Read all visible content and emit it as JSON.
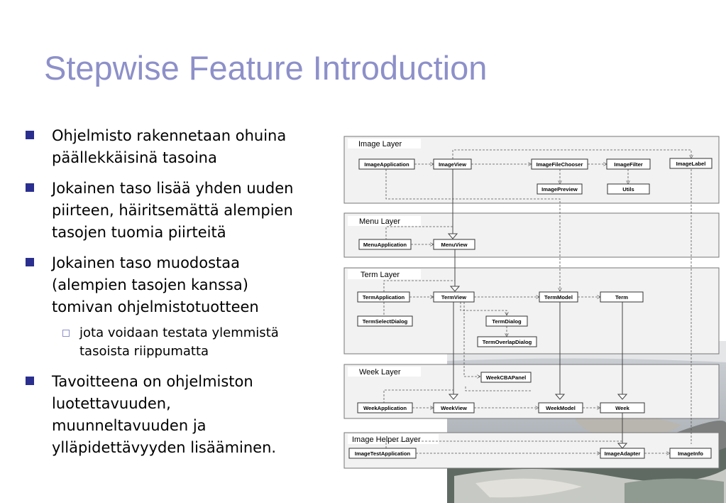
{
  "slide": {
    "title": "Stepwise Feature Introduction"
  },
  "bullets": [
    {
      "text": "Ohjelmisto rakennetaan ohuina\npäällekkäisinä tasoina",
      "sub": []
    },
    {
      "text": "Jokainen taso lisää yhden uuden\npiirteen, häiritsemättä alempien\ntasojen tuomia piirteitä",
      "sub": []
    },
    {
      "text": "Jokainen taso muodostaa\n(alempien tasojen kanssa)\ntomivan ohjelmistotuotteen",
      "sub": [
        "jota voidaan testata ylemmistä\ntasoista riippumatta"
      ]
    },
    {
      "text": "Tavoitteena on ohjelmiston\nluotettavuuden,\nmuunneltavuuden ja\nylläpidettävyyden lisääminen.",
      "sub": []
    }
  ],
  "diagram": {
    "layers": [
      {
        "name": "Image Layer",
        "classes": [
          "ImageApplication",
          "ImageView",
          "ImageFileChooser",
          "ImageFilter",
          "ImageLabel",
          "ImagePreview",
          "Utils"
        ]
      },
      {
        "name": "Menu Layer",
        "classes": [
          "MenuApplication",
          "MenuView"
        ]
      },
      {
        "name": "Term Layer",
        "classes": [
          "TermApplication",
          "TermView",
          "TermModel",
          "Term",
          "TermSelectDialog",
          "TermDialog",
          "TermOverlapDialog"
        ]
      },
      {
        "name": "Week Layer",
        "classes": [
          "WeekCBAPanel",
          "WeekApplication",
          "WeekView",
          "WeekModel",
          "Week"
        ]
      },
      {
        "name": "Image Helper Layer",
        "classes": [
          "ImageTestApplication",
          "ImageAdapter",
          "ImageInfo"
        ]
      }
    ]
  },
  "colors": {
    "title": "#8d90c9",
    "bullet": "#2a2f8f",
    "layer_fill": "#f2f2f2",
    "layer_border": "#777777"
  }
}
